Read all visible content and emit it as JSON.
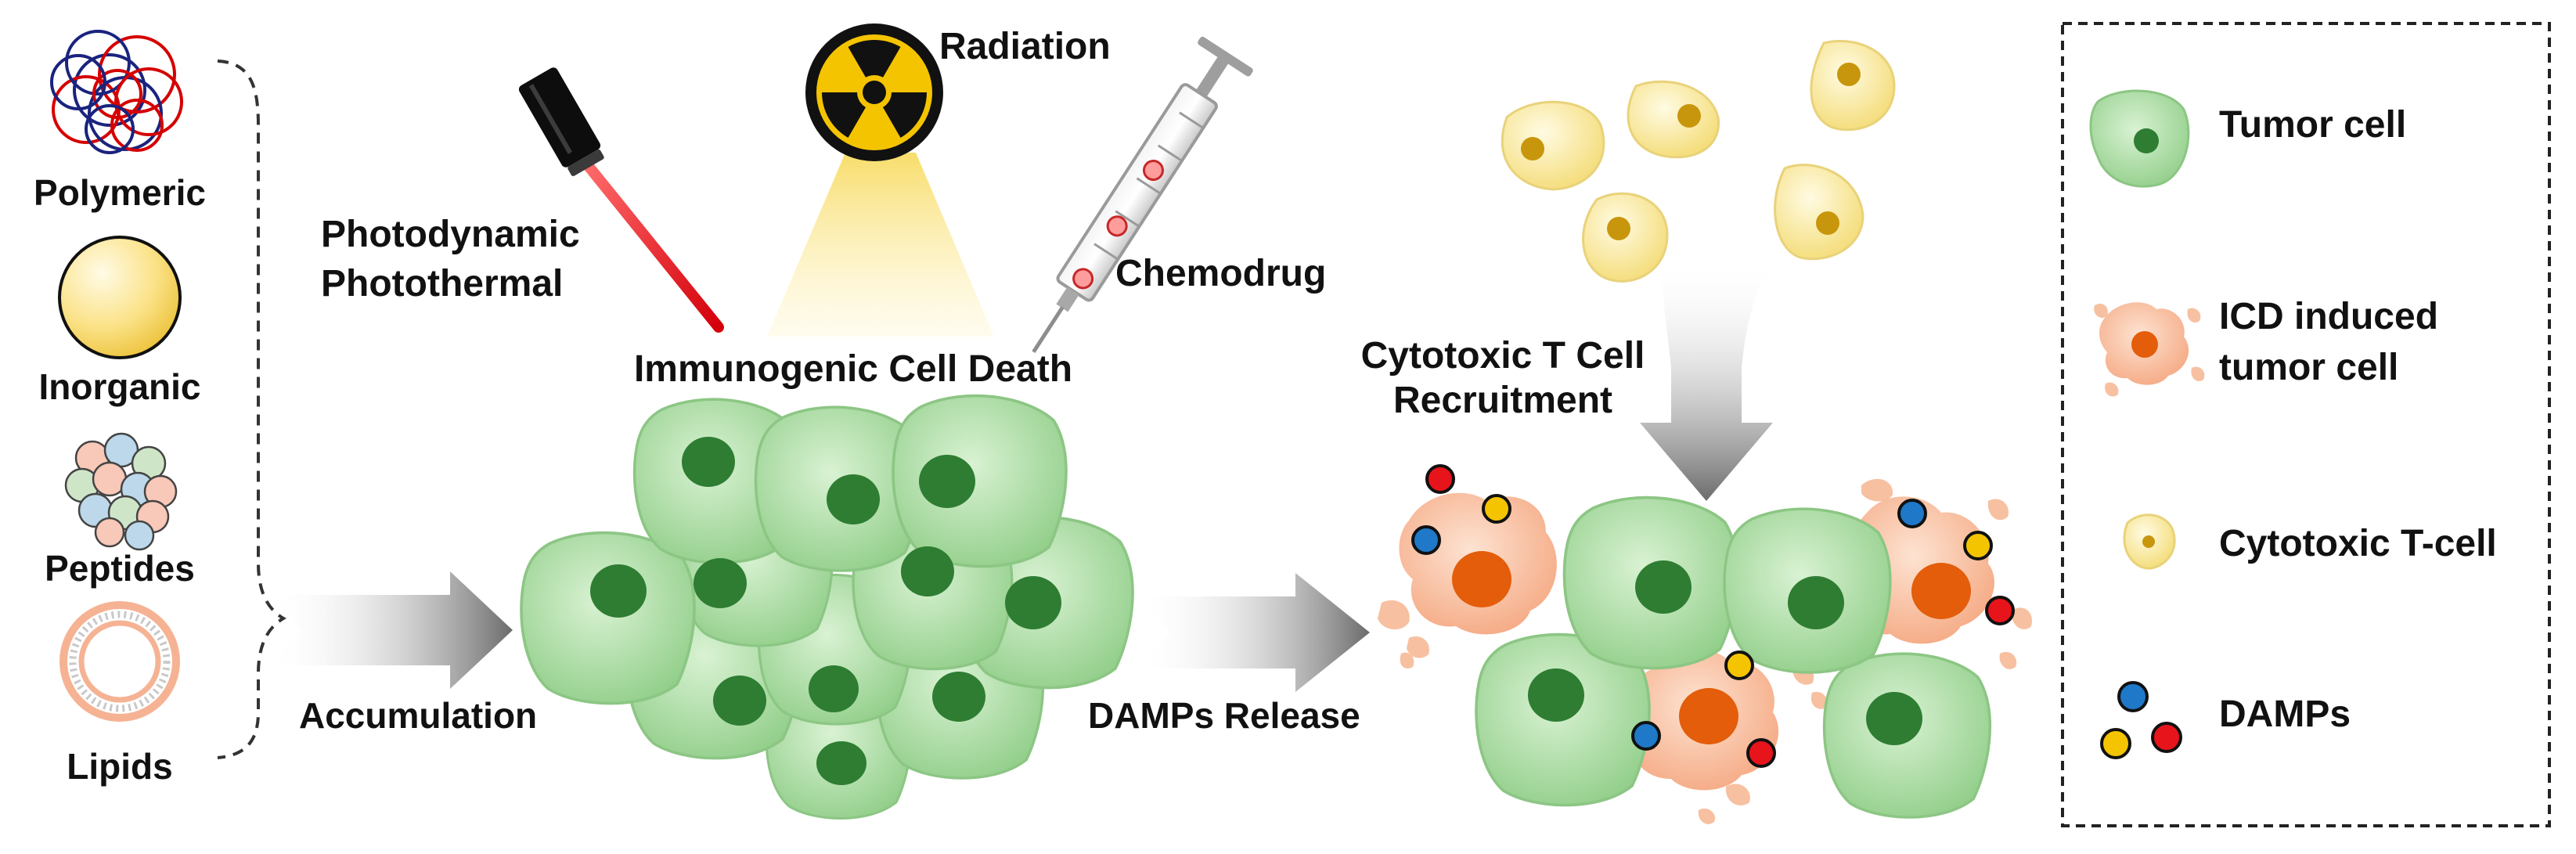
{
  "nanocarriers": {
    "polymeric": "Polymeric",
    "inorganic": "Inorganic",
    "peptides": "Peptides",
    "lipids": "Lipids"
  },
  "steps": {
    "accumulation": "Accumulation",
    "icd": "Immunogenic Cell Death",
    "damps_release": "DAMPs Release",
    "recruit_line1": "Cytotoxic T Cell",
    "recruit_line2": "Recruitment"
  },
  "treatments": {
    "photo_line1": "Photodynamic",
    "photo_line2": "Photothermal",
    "radiation": "Radiation",
    "chemo": "Chemodrug"
  },
  "legend": {
    "tumor": "Tumor cell",
    "icd_line1": "ICD induced",
    "icd_line2": "tumor cell",
    "tcell": "Cytotoxic T-cell",
    "damps": "DAMPs"
  },
  "colors": {
    "tumor_fill": "#a9dba3",
    "tumor_nucleus": "#2e7d32",
    "icd_fill": "#f7c0a0",
    "icd_nucleus": "#e35d0a",
    "tcell_fill": "#f9e79a",
    "tcell_nucleus": "#c8960c",
    "damp_red": "#e8141b",
    "damp_blue": "#1f78c8",
    "damp_yellow": "#f5c400",
    "laser": "#e8141b",
    "arrow": "#6e6e6e"
  }
}
